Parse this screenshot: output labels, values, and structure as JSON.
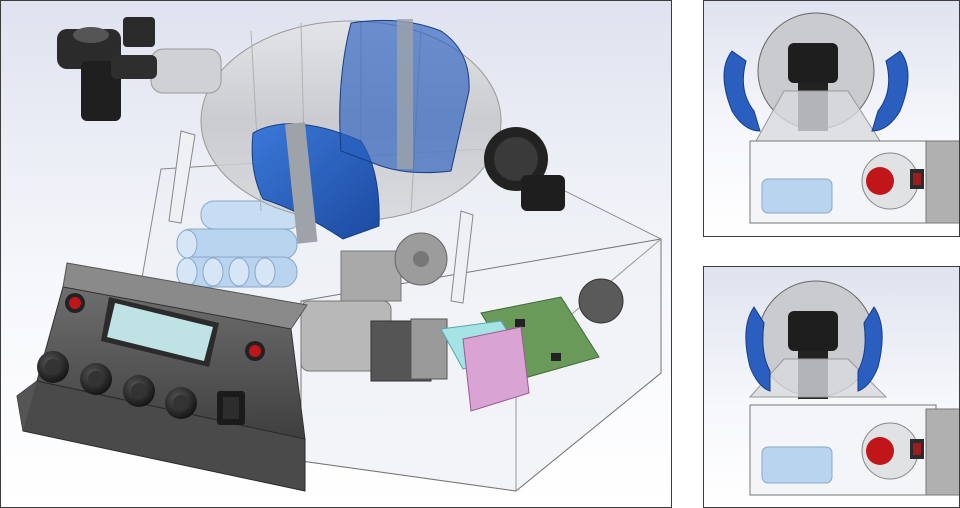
{
  "figure": {
    "caption": "",
    "views": [
      {
        "name": "isometric-assembly"
      },
      {
        "name": "front-view-compressed"
      },
      {
        "name": "front-view-released"
      }
    ]
  },
  "colors": {
    "background_top": "#dfe3ef",
    "background_bottom": "#ffffff",
    "bag_blue": "#2a5fbf",
    "control_panel": "#5a5a5a",
    "led_red": "#c0161a",
    "lcd": "#bfe3e5",
    "battery": "#b9d4ef",
    "pcb": "#6a9a5a",
    "connector_magenta": "#d9a3d3",
    "connector_cyan": "#a6e3e5",
    "ambu_bag": "#c9cbce"
  },
  "icons": [
    "valve-icon",
    "knob-icon",
    "switch-icon",
    "gear-icon",
    "battery-icon"
  ]
}
